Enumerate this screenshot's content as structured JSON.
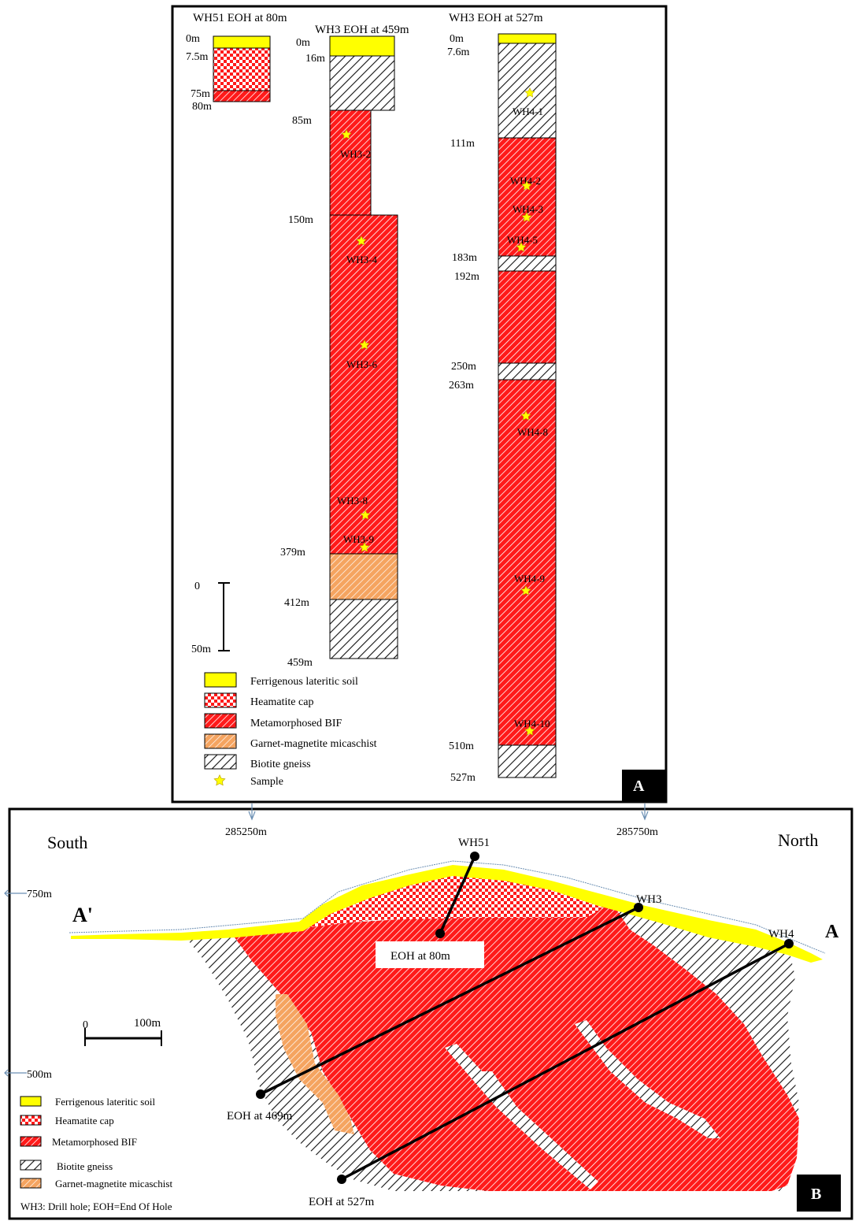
{
  "panel_a": {
    "label": "A",
    "columns": {
      "wh51": {
        "title": "WH51  EOH at 80m",
        "depths": [
          "0m",
          "7.5m",
          "75m",
          "80m"
        ]
      },
      "wh3": {
        "title": "WH3 EOH at 459m",
        "depths": [
          "0m",
          "16m",
          "85m",
          "150m",
          "379m",
          "412m",
          "459m"
        ],
        "samples": [
          "WH3-2",
          "WH3-4",
          "WH3-6",
          "WH3-8",
          "WH3-9"
        ]
      },
      "wh4": {
        "title": "WH3 EOH at 527m",
        "depths": [
          "0m",
          "7.6m",
          "111m",
          "183m",
          "192m",
          "250m",
          "263m",
          "510m",
          "527m"
        ],
        "samples": [
          "WH4-1",
          "WH4-2",
          "WH4-3",
          "WH4-5",
          "WH4-8",
          "WH4-9",
          "WH4-10"
        ]
      }
    },
    "scale": {
      "top": "0",
      "bottom": "50m"
    },
    "legend": [
      {
        "key": "soil",
        "label": "Ferrigenous lateritic soil"
      },
      {
        "key": "cap",
        "label": "Heamatite cap"
      },
      {
        "key": "bif",
        "label": "Metamorphosed BIF"
      },
      {
        "key": "garnet",
        "label": "Garnet-magnetite micaschist"
      },
      {
        "key": "gneiss",
        "label": "Biotite gneiss"
      },
      {
        "key": "sample",
        "label": "Sample"
      }
    ]
  },
  "panel_b": {
    "label": "B",
    "eastings": [
      "285250m",
      "285750m"
    ],
    "elevations": [
      "750m",
      "500m"
    ],
    "directions": {
      "left": "South",
      "right": "North"
    },
    "section_ends": {
      "left": "A'",
      "right": "A"
    },
    "holes": {
      "wh51": "WH51",
      "wh3": "WH3",
      "wh4": "WH4"
    },
    "eoh_labels": {
      "wh51": "EOH at 80m",
      "wh3": "EOH at 469m",
      "wh4": "EOH at 527m"
    },
    "scale": {
      "zero": "0",
      "length": "100m"
    },
    "legend": [
      {
        "key": "soil",
        "label": "Ferrigenous  lateritic  soil"
      },
      {
        "key": "cap",
        "label": "Heamatite  cap"
      },
      {
        "key": "bif",
        "label": "Metamorphosed BIF"
      },
      {
        "key": "gneiss",
        "label": "Biotite gneiss"
      },
      {
        "key": "garnet",
        "label": "Garnet-magnetite micaschist"
      }
    ],
    "footnote": "WH3: Drill hole; EOH=End Of Hole"
  },
  "colors": {
    "soil": "#ffff00",
    "bif": "#ff0000",
    "garnet": "#f5a460",
    "frame": "#000000"
  }
}
